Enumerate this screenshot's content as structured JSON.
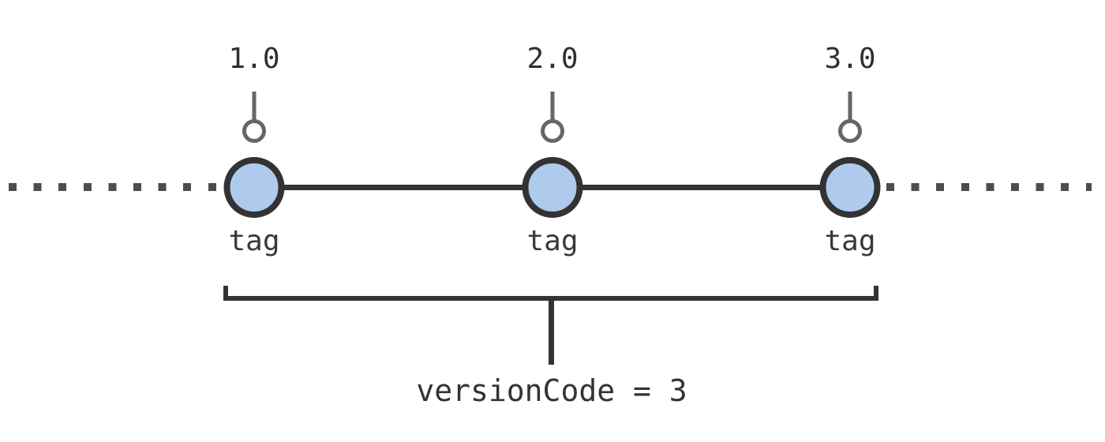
{
  "diagram": {
    "nodes": [
      {
        "version": "1.0",
        "tag_label": "tag"
      },
      {
        "version": "2.0",
        "tag_label": "tag"
      },
      {
        "version": "3.0",
        "tag_label": "tag"
      }
    ],
    "bracket_label": "versionCode = 3",
    "colors": {
      "node_fill": "#aecbee",
      "node_stroke": "#333333",
      "commit_line": "#333333",
      "pin_gray": "#666666",
      "dotted_dash": "#4d4d4d",
      "text": "#333333",
      "background": "#ffffff"
    }
  }
}
